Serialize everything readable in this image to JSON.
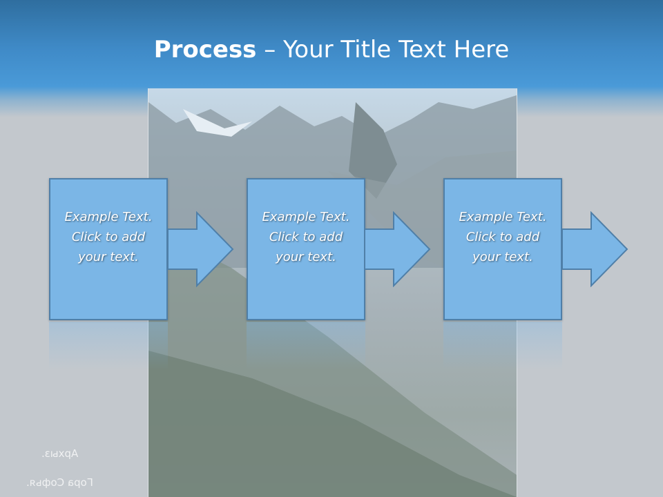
{
  "slide": {
    "title_bold": "Process",
    "title_rest": " – Your Title Text Here"
  },
  "steps": [
    {
      "text": "Example Text.\nClick  to add\nyour text."
    },
    {
      "text": "Example Text.\nClick  to add\nyour text."
    },
    {
      "text": "Example Text.\nClick  to add\nyour text."
    }
  ],
  "photo_caption": {
    "line1": "Архыз.",
    "line2": "Гора Софья."
  },
  "colors": {
    "header_blue": "#3f8ac7",
    "box_fill": "#7bb6e6",
    "box_border": "#4f7fa8",
    "background": "#c3c8cd"
  }
}
